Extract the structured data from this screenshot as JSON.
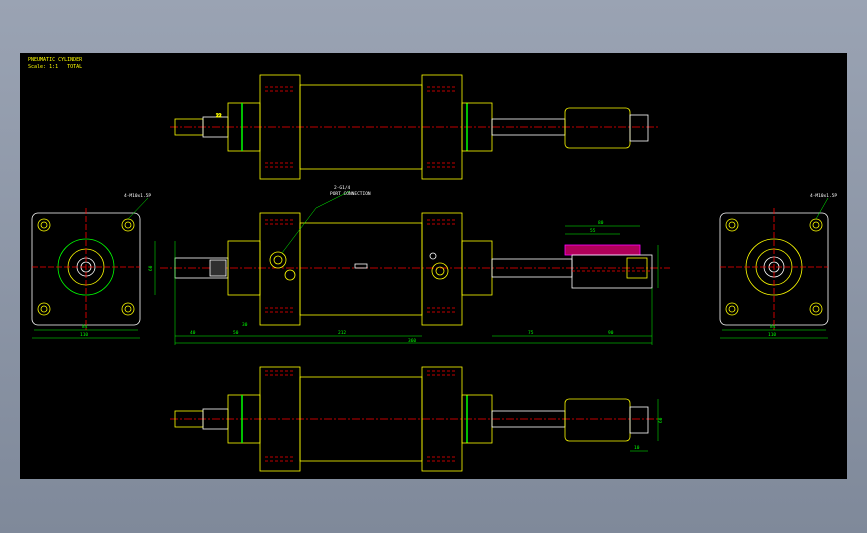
{
  "title_block": {
    "line1": "PNEUMATIC CYLINDER",
    "line2": "Scale: 1:1   TOTAL"
  },
  "dimensions": {
    "left_view_width": "110",
    "left_view_inner": "84",
    "left_callout": "4-M10x1.5P",
    "right_view_width": "110",
    "right_view_inner": "84",
    "right_callout": "4-M10x1.5P",
    "port_callout": "2-G1/4",
    "port_callout_sub": "PORT CONNECTION",
    "bore_dia": "60",
    "rod_len_a": "40",
    "rod_len_b": "50",
    "body_len": "212",
    "stroke": "75",
    "clevis_len": "90",
    "overall_len": "360",
    "step_a": "30",
    "clevis_top": "80",
    "clevis_sub": "55",
    "front_face_dim": "22",
    "bottom_clevis": "60",
    "bottom_small": "10"
  },
  "colors": {
    "outline": "#ffffff",
    "body": "#ffff00",
    "dimension": "#00ff00",
    "center": "#ff0000",
    "hidden": "#ff0000",
    "hatch": "#ff00ff",
    "paper": "#000000"
  }
}
